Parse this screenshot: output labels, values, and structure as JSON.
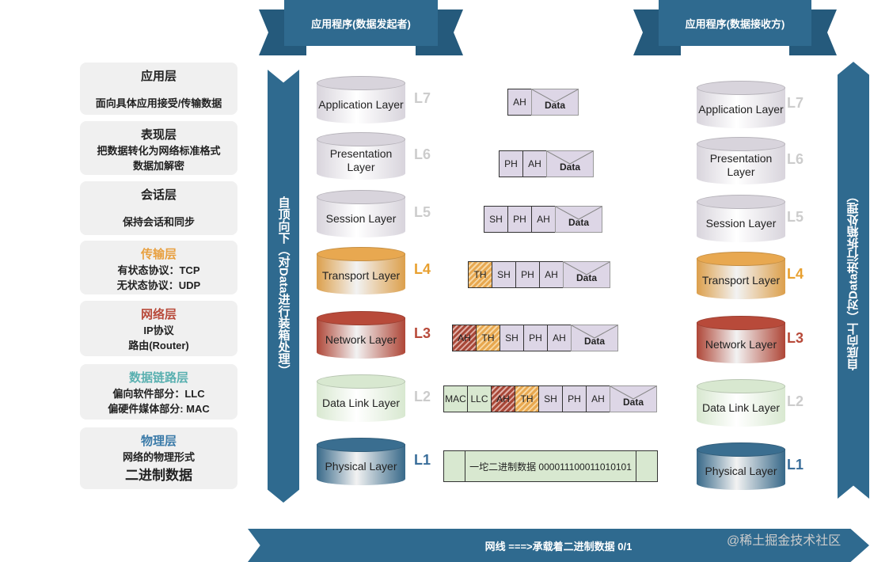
{
  "ribbons": {
    "sender": "应用程序(数据发起者)",
    "receiver": "应用程序(数据接收方)"
  },
  "arrows": {
    "down": "自顶向下（对Data进行装箱处理）",
    "up": "自底向上（对Data进行拆箱处理）",
    "bottom": "网线 ===>承载着二进制数据   0/1"
  },
  "watermark": "@稀土掘金技术社区",
  "cards": [
    {
      "title": "应用层",
      "lines": [
        "面向具体应用接受/传输数据"
      ],
      "color": "#222222"
    },
    {
      "title": "表现层",
      "lines": [
        "把数据转化为网络标准格式",
        "数据加解密"
      ],
      "color": "#222222"
    },
    {
      "title": "会话层",
      "lines": [
        "保持会话和同步"
      ],
      "color": "#222222"
    },
    {
      "title": "传输层",
      "lines": [
        "有状态协议：TCP",
        "无状态协议：UDP"
      ],
      "color": "#e8a040"
    },
    {
      "title": "网络层",
      "lines": [
        "IP协议",
        "路由(Router)"
      ],
      "color": "#b84a3a"
    },
    {
      "title": "数据链路层",
      "lines": [
        "偏向软件部分：LLC",
        "偏硬件媒体部分: MAC"
      ],
      "color": "#5ab0b0"
    },
    {
      "title": "物理层",
      "lines": [
        "网络的物理形式",
        "二进制数据"
      ],
      "color": "#3a7aa8"
    }
  ],
  "layers": [
    {
      "name": "Application Layer",
      "level": "L7",
      "color": "#cccccc",
      "fill": "#d8d4dc"
    },
    {
      "name": "Presentation Layer",
      "level": "L6",
      "color": "#cccccc",
      "fill": "#d8d4dc"
    },
    {
      "name": "Session Layer",
      "level": "L5",
      "color": "#cccccc",
      "fill": "#d8d4dc"
    },
    {
      "name": "Transport Layer",
      "level": "L4",
      "color": "#e8a030",
      "fill": "#e8a850"
    },
    {
      "name": "Network Layer",
      "level": "L3",
      "color": "#b84a3a",
      "fill": "#b84a3a"
    },
    {
      "name": "Data Link Layer",
      "level": "L2",
      "color": "#cccccc",
      "fill": "#d8e8d0"
    },
    {
      "name": "Physical Layer",
      "level": "L1",
      "color": "#3a6e9a",
      "fill": "#3a6e90"
    }
  ],
  "packets": [
    [
      "AH",
      "Data"
    ],
    [
      "PH",
      "AH",
      "Data"
    ],
    [
      "SH",
      "PH",
      "AH",
      "Data"
    ],
    [
      "TH",
      "SH",
      "PH",
      "AH",
      "Data"
    ],
    [
      "AH",
      "TH",
      "SH",
      "PH",
      "AH",
      "Data"
    ],
    [
      "MAC",
      "LLC",
      "AH",
      "TH",
      "SH",
      "PH",
      "AH",
      "Data"
    ]
  ],
  "binary": "一坨二进制数据  000011100011010101"
}
